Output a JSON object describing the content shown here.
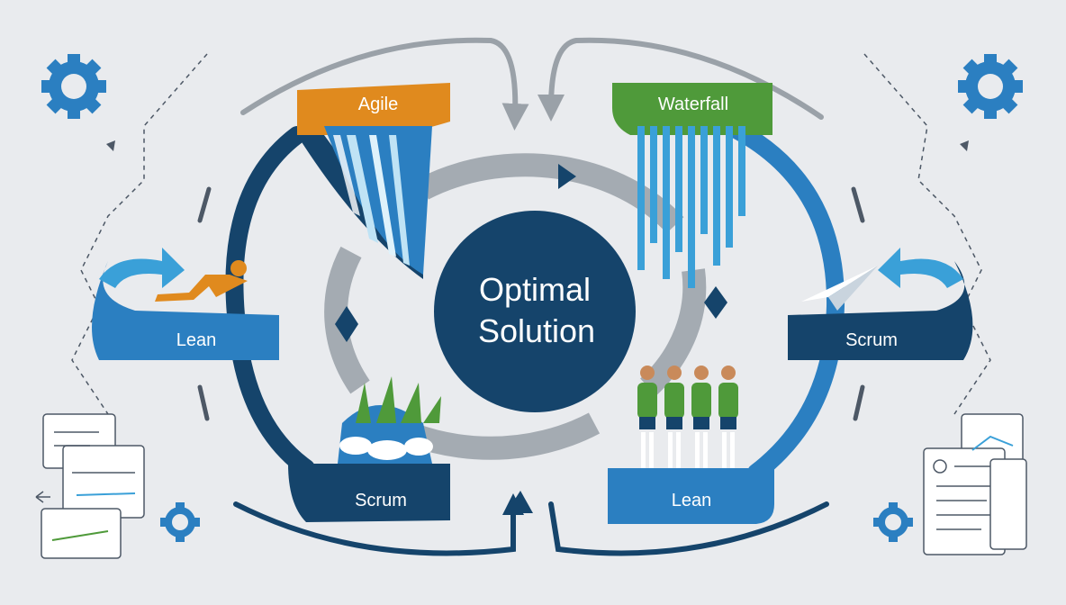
{
  "center": {
    "line1": "Optimal",
    "line2": "Solution"
  },
  "methodologies": {
    "agile": "Agile",
    "waterfall": "Waterfall",
    "lean_left": "Lean",
    "scrum_right": "Scrum",
    "scrum_bottom": "Scrum",
    "lean_bottom": "Lean"
  },
  "colors": {
    "navy": "#15446b",
    "blue": "#2b7fc1",
    "sky": "#3aa0d8",
    "orange": "#e08a1e",
    "green": "#4f9a3a",
    "grey": "#9aa1a8",
    "background": "#e9ebee"
  },
  "icons": [
    "gear-icon",
    "runner-icon",
    "waterfall-illustration",
    "team-illustration",
    "paper-plane-icon",
    "document-icon",
    "arrow-icon"
  ]
}
